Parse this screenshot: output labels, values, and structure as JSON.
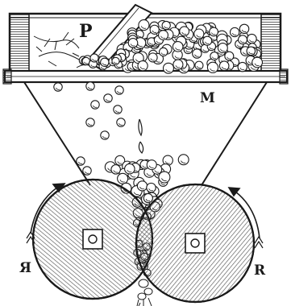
{
  "figure": {
    "labels": {
      "p": "P",
      "m": "M",
      "left_roller": "Я",
      "right_roller": "R"
    },
    "colors": {
      "ink": "#1a1a1a",
      "paper": "#ffffff",
      "hatch": "#555555"
    }
  }
}
